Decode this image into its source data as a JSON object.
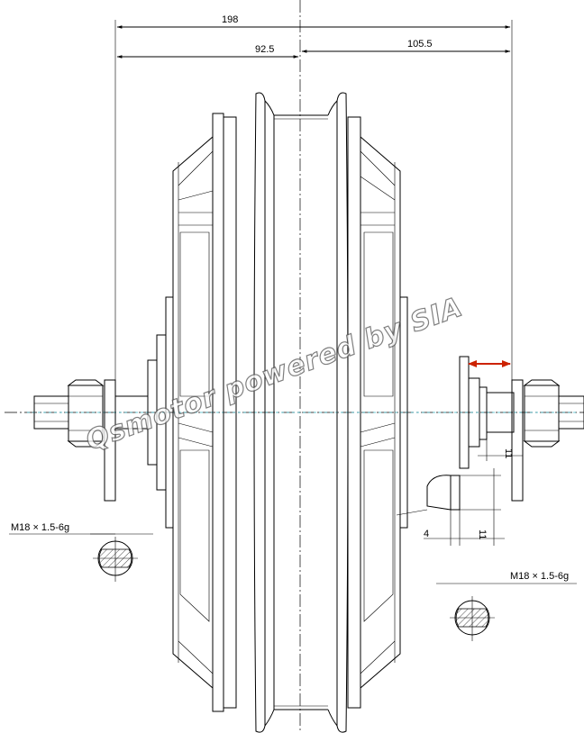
{
  "dimensions": {
    "overall_width": "198",
    "left_half": "92.5",
    "right_half": "105.5",
    "axle_flat": "11",
    "flat_depth": "11",
    "offset": "4"
  },
  "thread_callouts": {
    "left": "M18 × 1.5-6g",
    "right": "M18 × 1.5-6g"
  },
  "watermark": "Qsmotor powered by SIA",
  "colors": {
    "drawing_line": "#000000",
    "accent_arrow": "#cc2200",
    "axis_line": "#3fb8c8"
  }
}
